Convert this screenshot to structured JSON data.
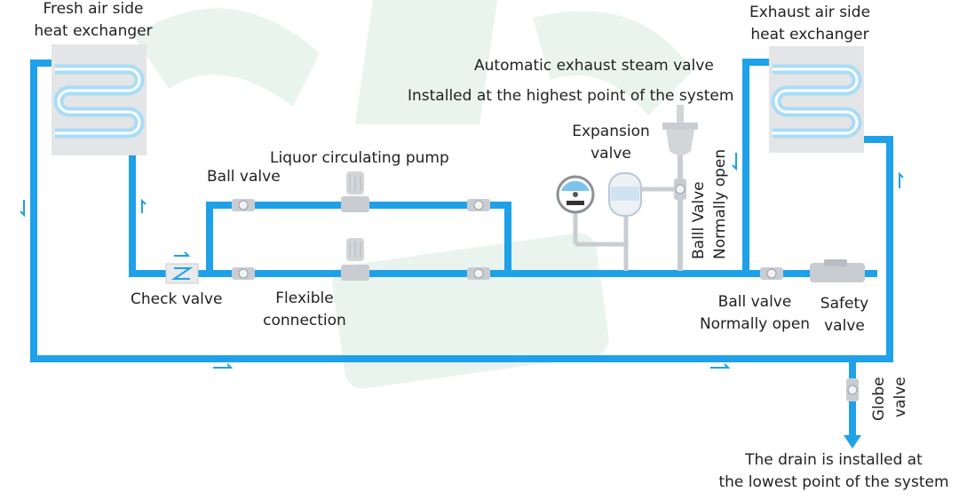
{
  "labels": {
    "fresh_air_hx": [
      "Fresh air side",
      "heat exchanger"
    ],
    "exhaust_air_hx": [
      "Exhaust air side",
      "heat exchanger"
    ],
    "auto_exhaust_valve": "Automatic exhaust steam valve",
    "highest_point": "Installed at the highest point of the system",
    "expansion_valve": [
      "Expansion",
      "valve"
    ],
    "pump": "Liquor circulating pump",
    "ball_valve_top": "Ball valve",
    "ball_valve_vertical": [
      "Balll Valve",
      "Normally open"
    ],
    "check_valve": "Check valve",
    "flexible_connection": [
      "Flexible",
      "connection"
    ],
    "ball_valve_bottom": [
      "Ball valve",
      "Normally open"
    ],
    "safety_valve": [
      "Safety",
      "valve"
    ],
    "globe_valve": [
      "Globe",
      "valve"
    ],
    "drain": [
      "The drain is installed at",
      "the lowest point of the system"
    ]
  },
  "colors": {
    "pipe": "#1ea1e8",
    "pipe_light": "#a9dcf7",
    "exchanger_bg": "#e3e5e7",
    "component": "#c9cdd1",
    "watermark": "#e9f4ee"
  }
}
